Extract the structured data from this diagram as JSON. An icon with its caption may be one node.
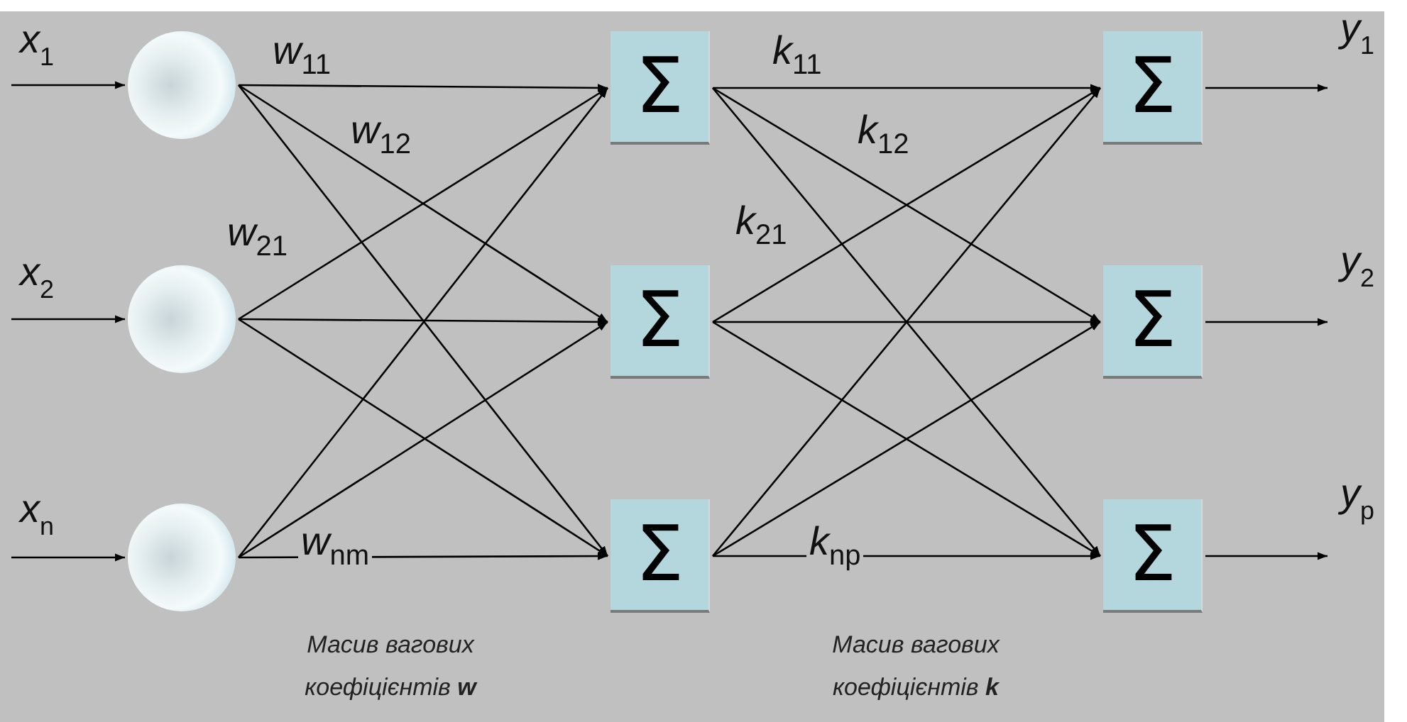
{
  "diagram": {
    "nodes": [
      {
        "text": [],
        "shape": "circle"
      },
      {
        "text": [],
        "shape": "circle"
      },
      {
        "text": [],
        "shape": "circle"
      },
      {
        "text": [
          "Σ"
        ]
      },
      {
        "text": [
          "Σ"
        ]
      },
      {
        "text": [
          "Σ"
        ]
      },
      {
        "text": [
          "Σ"
        ]
      },
      {
        "text": [
          "Σ"
        ]
      },
      {
        "text": [
          "Σ"
        ]
      }
    ],
    "edges": [
      {
        "from": null,
        "to": 0,
        "arrow": "to"
      },
      {
        "from": null,
        "to": 1,
        "arrow": "to"
      },
      {
        "from": null,
        "to": 2,
        "arrow": "to"
      },
      {
        "from": 0,
        "to": 3,
        "arrow": "to",
        "label": "w$_{11}$"
      },
      {
        "from": 0,
        "to": 4,
        "arrow": "to",
        "label": "w$_{12}$"
      },
      {
        "from": 0,
        "to": 5,
        "arrow": "to"
      },
      {
        "from": 1,
        "to": 3,
        "arrow": "to",
        "label": "w$_{21}$"
      },
      {
        "from": 1,
        "to": 4,
        "arrow": "to"
      },
      {
        "from": 1,
        "to": 5,
        "arrow": "to"
      },
      {
        "from": 2,
        "to": 3,
        "arrow": "to"
      },
      {
        "from": 2,
        "to": 4,
        "arrow": "to"
      },
      {
        "from": 2,
        "to": 5,
        "arrow": "to",
        "label": "w$_{nm}$"
      },
      {
        "from": 3,
        "to": 6,
        "arrow": "to",
        "label": "k$_{11}$"
      },
      {
        "from": 3,
        "to": 7,
        "arrow": "to",
        "label": "k$_{12}$"
      },
      {
        "from": 3,
        "to": 8,
        "arrow": "to"
      },
      {
        "from": 4,
        "to": 6,
        "arrow": "to",
        "label": "k$_{21}$"
      },
      {
        "from": 4,
        "to": 7,
        "arrow": "to"
      },
      {
        "from": 4,
        "to": 8,
        "arrow": "to"
      },
      {
        "from": 5,
        "to": 6,
        "arrow": "to"
      },
      {
        "from": 5,
        "to": 7,
        "arrow": "to"
      },
      {
        "from": 5,
        "to": 8,
        "arrow": "to",
        "label": "k$_{np}$"
      },
      {
        "from": 6,
        "to": null,
        "arrow": "to"
      },
      {
        "from": 7,
        "to": null,
        "arrow": "to"
      },
      {
        "from": 8,
        "to": null,
        "arrow": "to"
      }
    ],
    "labels": [
      "x$_{1}$",
      "x$_{2}$",
      "x$_{n}$",
      "y$_{1}$",
      "y$_{2}$",
      "y$_{p}$",
      "Масив вагових коефіцієнтів **w**",
      "Масив вагових коефіцієнтів **k**"
    ]
  }
}
